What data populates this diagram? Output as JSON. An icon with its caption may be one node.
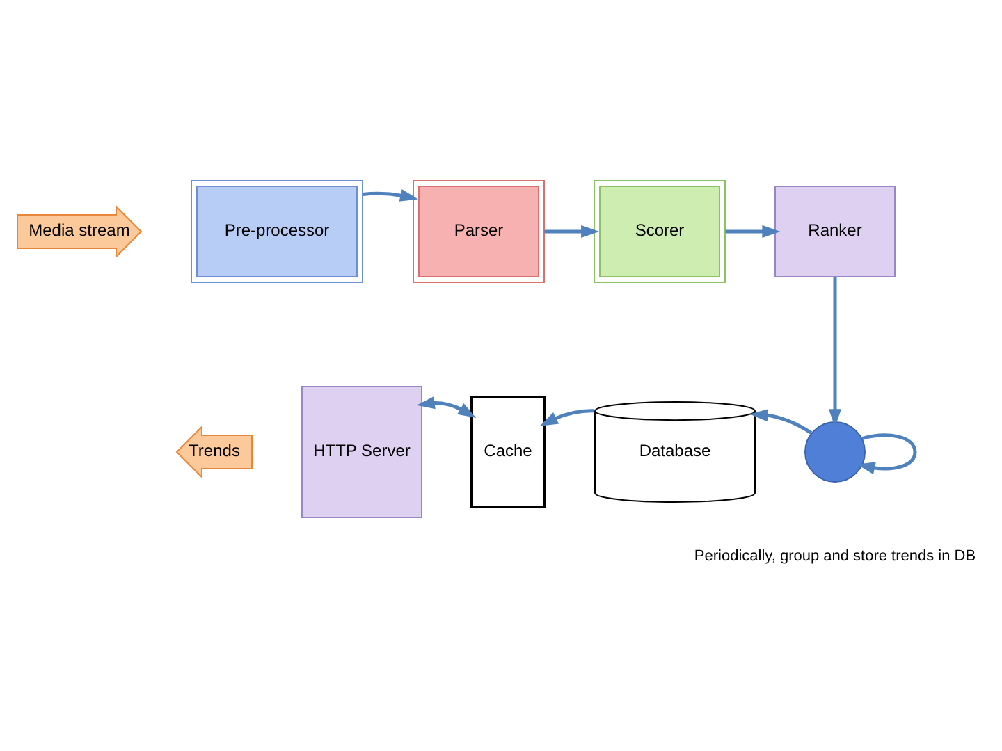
{
  "diagram": {
    "nodes": [
      {
        "text": [
          "Media stream"
        ]
      },
      {
        "text": [
          "Pre-processor"
        ]
      },
      {
        "text": [
          "Parser"
        ]
      },
      {
        "text": [
          "Scorer"
        ]
      },
      {
        "text": [
          "Ranker"
        ]
      },
      {
        "text": [],
        "shape": "circle"
      },
      {
        "text": [
          "Database"
        ]
      },
      {
        "text": [
          "Cache"
        ]
      },
      {
        "text": [
          "HTTP Server"
        ]
      },
      {
        "text": [
          "Trends"
        ]
      }
    ],
    "edges": [
      {
        "from": 1,
        "to": 2,
        "arrow": "to"
      },
      {
        "from": 2,
        "to": 3,
        "arrow": "to"
      },
      {
        "from": 3,
        "to": 4,
        "arrow": "to"
      },
      {
        "from": 4,
        "to": 5,
        "arrow": "to"
      },
      {
        "from": 5,
        "to": 5,
        "arrow": "to"
      },
      {
        "from": 5,
        "to": 6,
        "arrow": "to"
      },
      {
        "from": 6,
        "to": 7,
        "arrow": "to"
      },
      {
        "from": 7,
        "to": 8,
        "arrow": "both"
      }
    ],
    "labels": [
      "Periodically, group and store trends in DB"
    ]
  }
}
